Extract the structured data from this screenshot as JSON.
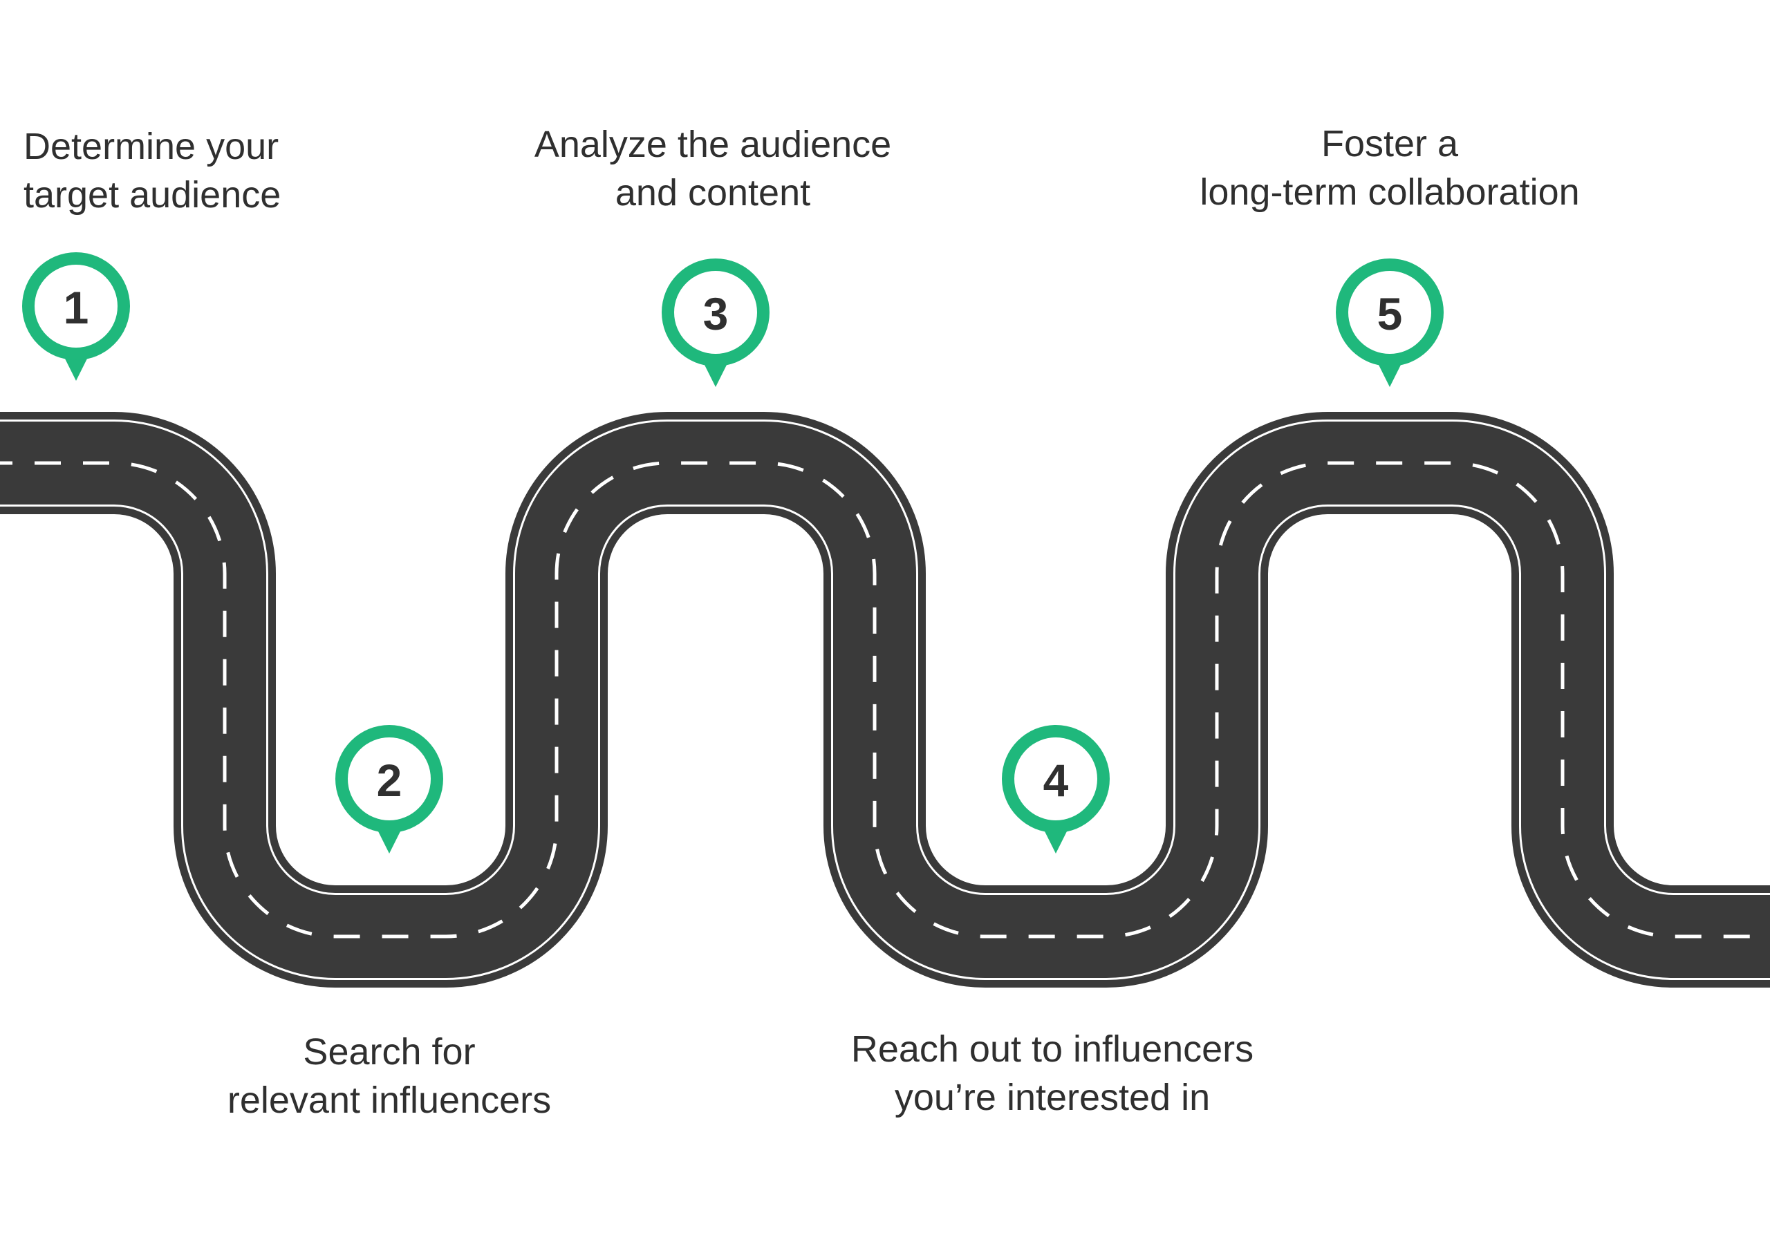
{
  "colors": {
    "road": "#3a3a3a",
    "road_edge": "#ffffff",
    "lane_marking": "#ffffff",
    "pin": "#1fb87c",
    "pin_inner": "#ffffff",
    "text": "#2f2f2f"
  },
  "steps": [
    {
      "number": "1",
      "lines": [
        "Determine your",
        "target audience"
      ]
    },
    {
      "number": "2",
      "lines": [
        "Search for",
        "relevant influencers"
      ]
    },
    {
      "number": "3",
      "lines": [
        "Analyze the audience",
        "and content"
      ]
    },
    {
      "number": "4",
      "lines": [
        "Reach out to influencers",
        "you’re interested in"
      ]
    },
    {
      "number": "5",
      "lines": [
        "Foster a",
        "long-term collaboration"
      ]
    }
  ]
}
